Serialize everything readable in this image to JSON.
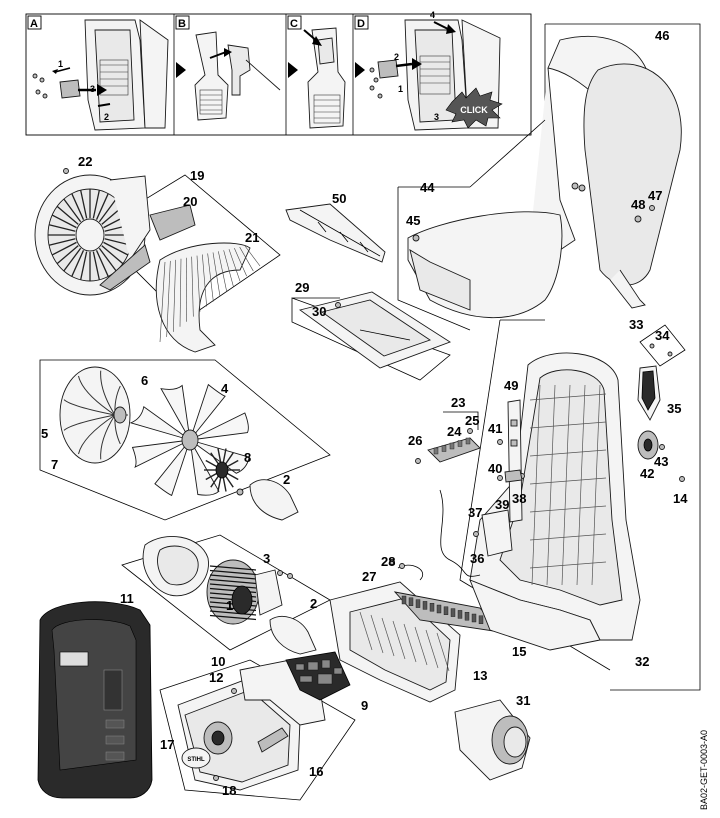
{
  "panels": [
    "A",
    "B",
    "C",
    "D"
  ],
  "panel_callouts": {
    "a_1": "1",
    "a_2": "2",
    "a_3": "3",
    "d_1": "1",
    "d_2": "2",
    "d_3": "3",
    "d_4": "4"
  },
  "click_label": "CLICK",
  "part_numbers": [
    {
      "id": "p1",
      "text": "1"
    },
    {
      "id": "p2a",
      "text": "2"
    },
    {
      "id": "p2b",
      "text": "2"
    },
    {
      "id": "p3",
      "text": "3"
    },
    {
      "id": "p4",
      "text": "4"
    },
    {
      "id": "p5",
      "text": "5"
    },
    {
      "id": "p6",
      "text": "6"
    },
    {
      "id": "p7",
      "text": "7"
    },
    {
      "id": "p8",
      "text": "8"
    },
    {
      "id": "p9",
      "text": "9"
    },
    {
      "id": "p10",
      "text": "10"
    },
    {
      "id": "p11",
      "text": "11"
    },
    {
      "id": "p12",
      "text": "12"
    },
    {
      "id": "p13",
      "text": "13"
    },
    {
      "id": "p14",
      "text": "14"
    },
    {
      "id": "p15",
      "text": "15"
    },
    {
      "id": "p16",
      "text": "16"
    },
    {
      "id": "p17",
      "text": "17"
    },
    {
      "id": "p18",
      "text": "18"
    },
    {
      "id": "p19",
      "text": "19"
    },
    {
      "id": "p20",
      "text": "20"
    },
    {
      "id": "p21",
      "text": "21"
    },
    {
      "id": "p22",
      "text": "22"
    },
    {
      "id": "p23",
      "text": "23"
    },
    {
      "id": "p24",
      "text": "24"
    },
    {
      "id": "p25",
      "text": "25"
    },
    {
      "id": "p26",
      "text": "26"
    },
    {
      "id": "p27",
      "text": "27"
    },
    {
      "id": "p28",
      "text": "28"
    },
    {
      "id": "p29",
      "text": "29"
    },
    {
      "id": "p30",
      "text": "30"
    },
    {
      "id": "p31",
      "text": "31"
    },
    {
      "id": "p32",
      "text": "32"
    },
    {
      "id": "p33",
      "text": "33"
    },
    {
      "id": "p34",
      "text": "34"
    },
    {
      "id": "p35",
      "text": "35"
    },
    {
      "id": "p36",
      "text": "36"
    },
    {
      "id": "p37",
      "text": "37"
    },
    {
      "id": "p38",
      "text": "38"
    },
    {
      "id": "p39",
      "text": "39"
    },
    {
      "id": "p40",
      "text": "40"
    },
    {
      "id": "p41",
      "text": "41"
    },
    {
      "id": "p42",
      "text": "42"
    },
    {
      "id": "p43",
      "text": "43"
    },
    {
      "id": "p44",
      "text": "44"
    },
    {
      "id": "p45",
      "text": "45"
    },
    {
      "id": "p46",
      "text": "46"
    },
    {
      "id": "p47",
      "text": "47"
    },
    {
      "id": "p48",
      "text": "48"
    },
    {
      "id": "p49",
      "text": "49"
    },
    {
      "id": "p50",
      "text": "50"
    }
  ],
  "drawing_code": "BA02-GET-0003-A0",
  "logo_text": "STIHL"
}
